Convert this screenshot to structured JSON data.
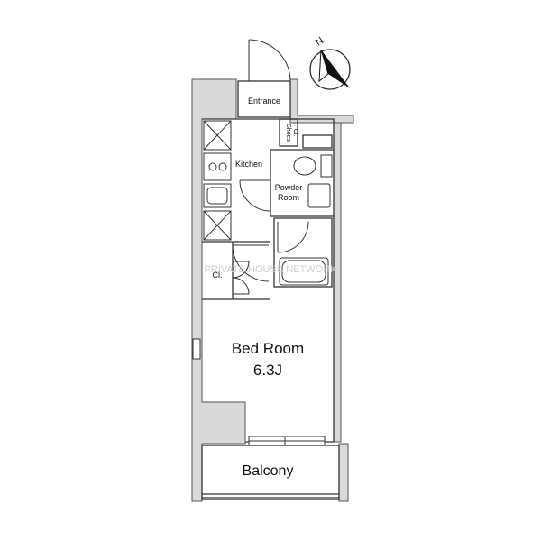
{
  "plan": {
    "rooms": {
      "entrance": "Entrance",
      "kitchen": "Kitchen",
      "powder_room_1": "Powder",
      "powder_room_2": "Room",
      "closet": "Cl.",
      "shoes_closet_1": "Shoes",
      "shoes_closet_2": "Cl.",
      "bedroom": "Bed Room",
      "bedroom_size": "6.3J",
      "balcony": "Balcony"
    },
    "watermark": "PRIVATE HOUSE NETWORK",
    "north_mark": "N"
  }
}
